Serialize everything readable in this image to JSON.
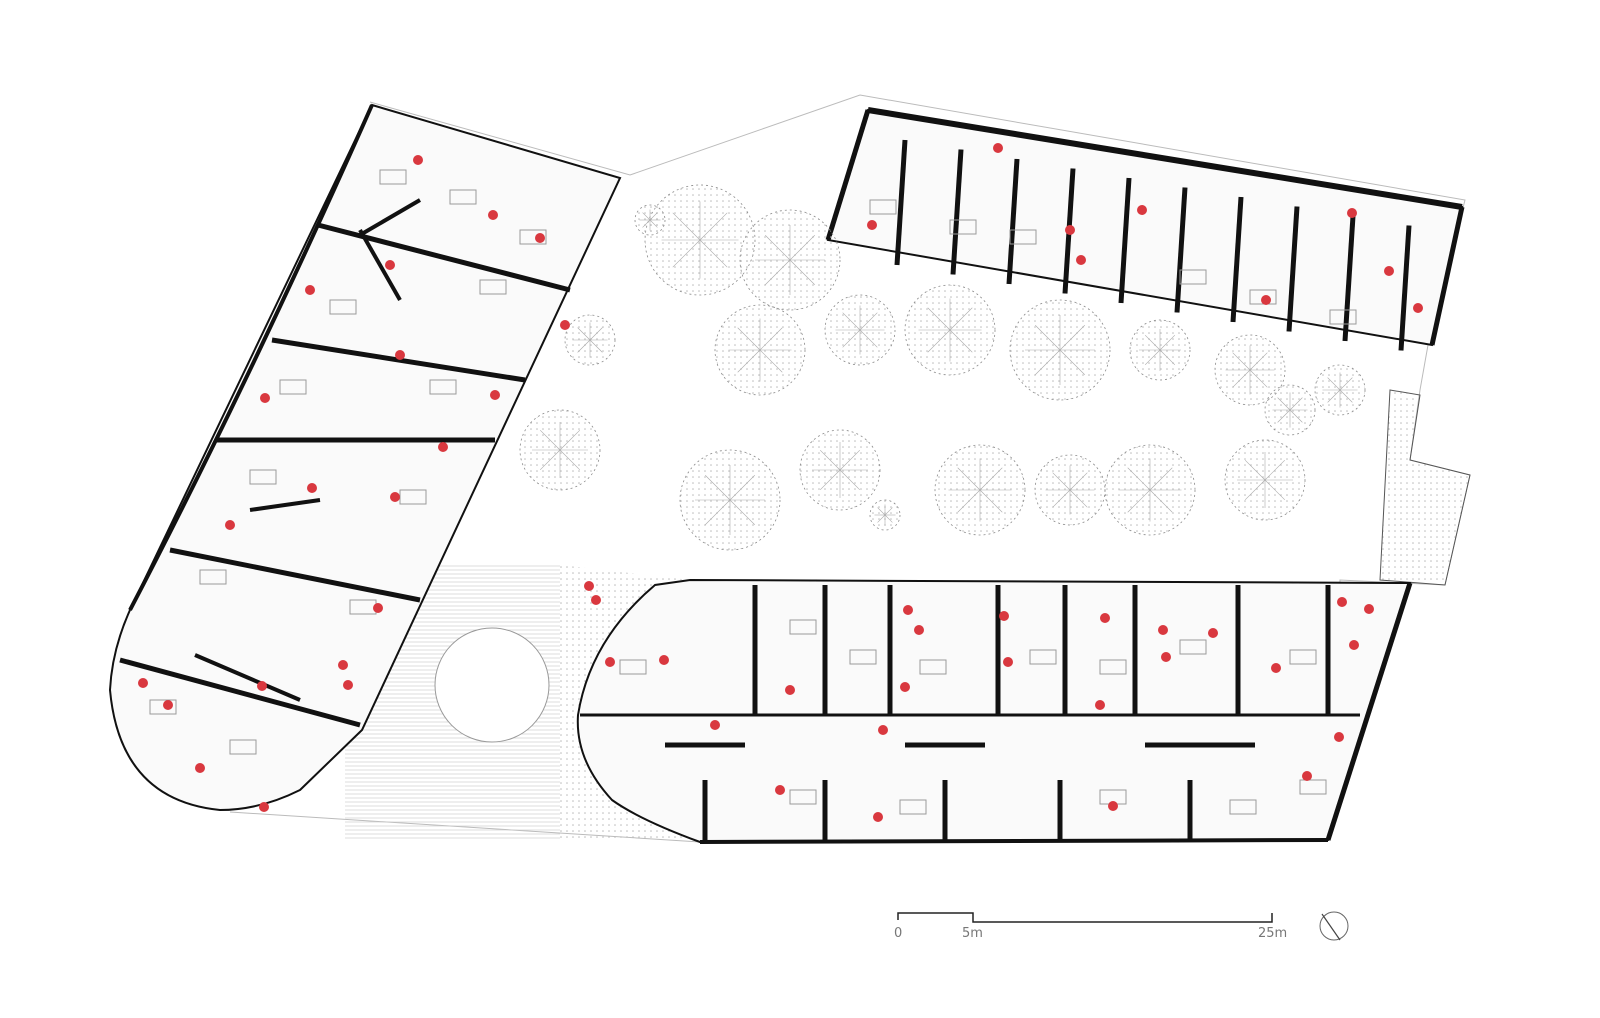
{
  "scale_bar": {
    "labels": [
      "0",
      "5m",
      "25m"
    ]
  },
  "north_arrow": {
    "icon": "north-arrow-icon"
  },
  "colors": {
    "wall": "#111111",
    "furniture_line": "#9a9a9a",
    "person_marker": "#d9383f",
    "vegetation": "#8a8a8a",
    "paving": "#bdbdbd"
  }
}
